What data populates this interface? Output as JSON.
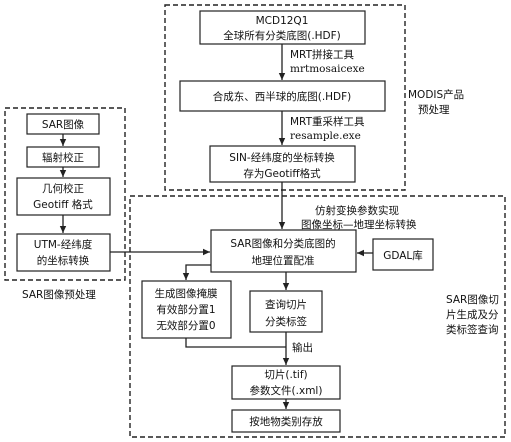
{
  "modis": {
    "source_line1": "MCD12Q1",
    "source_line2": "全球所有分类底图(.HDF)",
    "mosaic_tool_line1": "MRT拼接工具",
    "mosaic_tool_line2": "mrtmosaicexe",
    "merged": "合成东、西半球的底图(.HDF)",
    "resample_tool_line1": "MRT重采样工具",
    "resample_tool_line2": "resample.exe",
    "sin_line1": "SIN-经纬度的坐标转换",
    "sin_line2": "存为Geotiff格式",
    "section_line1": "MODIS产品",
    "section_line2": "预处理"
  },
  "sar": {
    "image": "SAR图像",
    "radiometric": "辐射校正",
    "geometric_line1": "几何校正",
    "geometric_line2": "Geotiff 格式",
    "utm_line1": "UTM-经纬度",
    "utm_line2": "的坐标转换",
    "section": "SAR图像预处理"
  },
  "tiling": {
    "affine_line1": "仿射变换参数实现",
    "affine_line2": "图像坐标—地理坐标转换",
    "register_line1": "SAR图像和分类底图的",
    "register_line2": "地理位置配准",
    "gdal": "GDAL库",
    "mask_line1": "生成图像掩膜",
    "mask_line2": "有效部分置1",
    "mask_line3": "无效部分置0",
    "query_line1": "查询切片",
    "query_line2": "分类标签",
    "output": "输出",
    "slice_line1": "切片(.tif)",
    "slice_line2": "参数文件(.xml)",
    "store": "按地物类别存放",
    "section_line1": "SAR图像切",
    "section_line2": "片生成及分",
    "section_line3": "类标签查询"
  }
}
